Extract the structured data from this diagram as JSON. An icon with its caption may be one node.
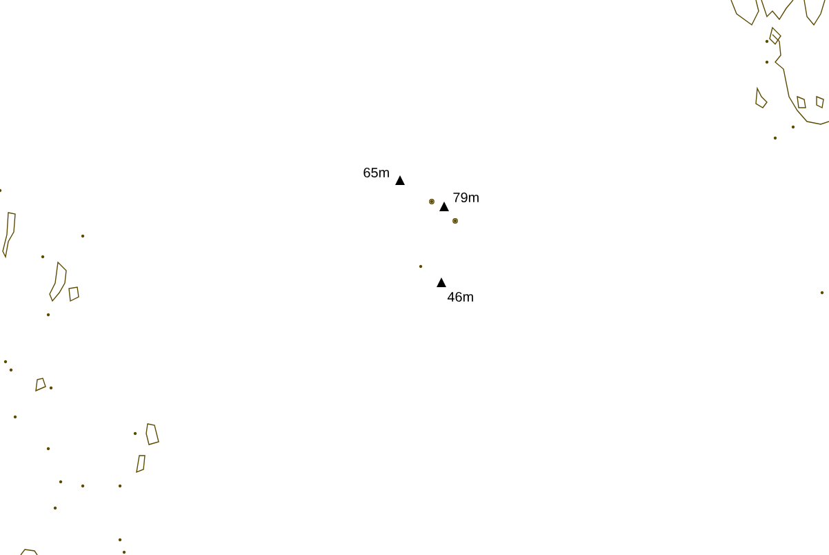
{
  "diagram": {
    "labels": [
      "65m",
      "79m",
      "46m"
    ]
  }
}
